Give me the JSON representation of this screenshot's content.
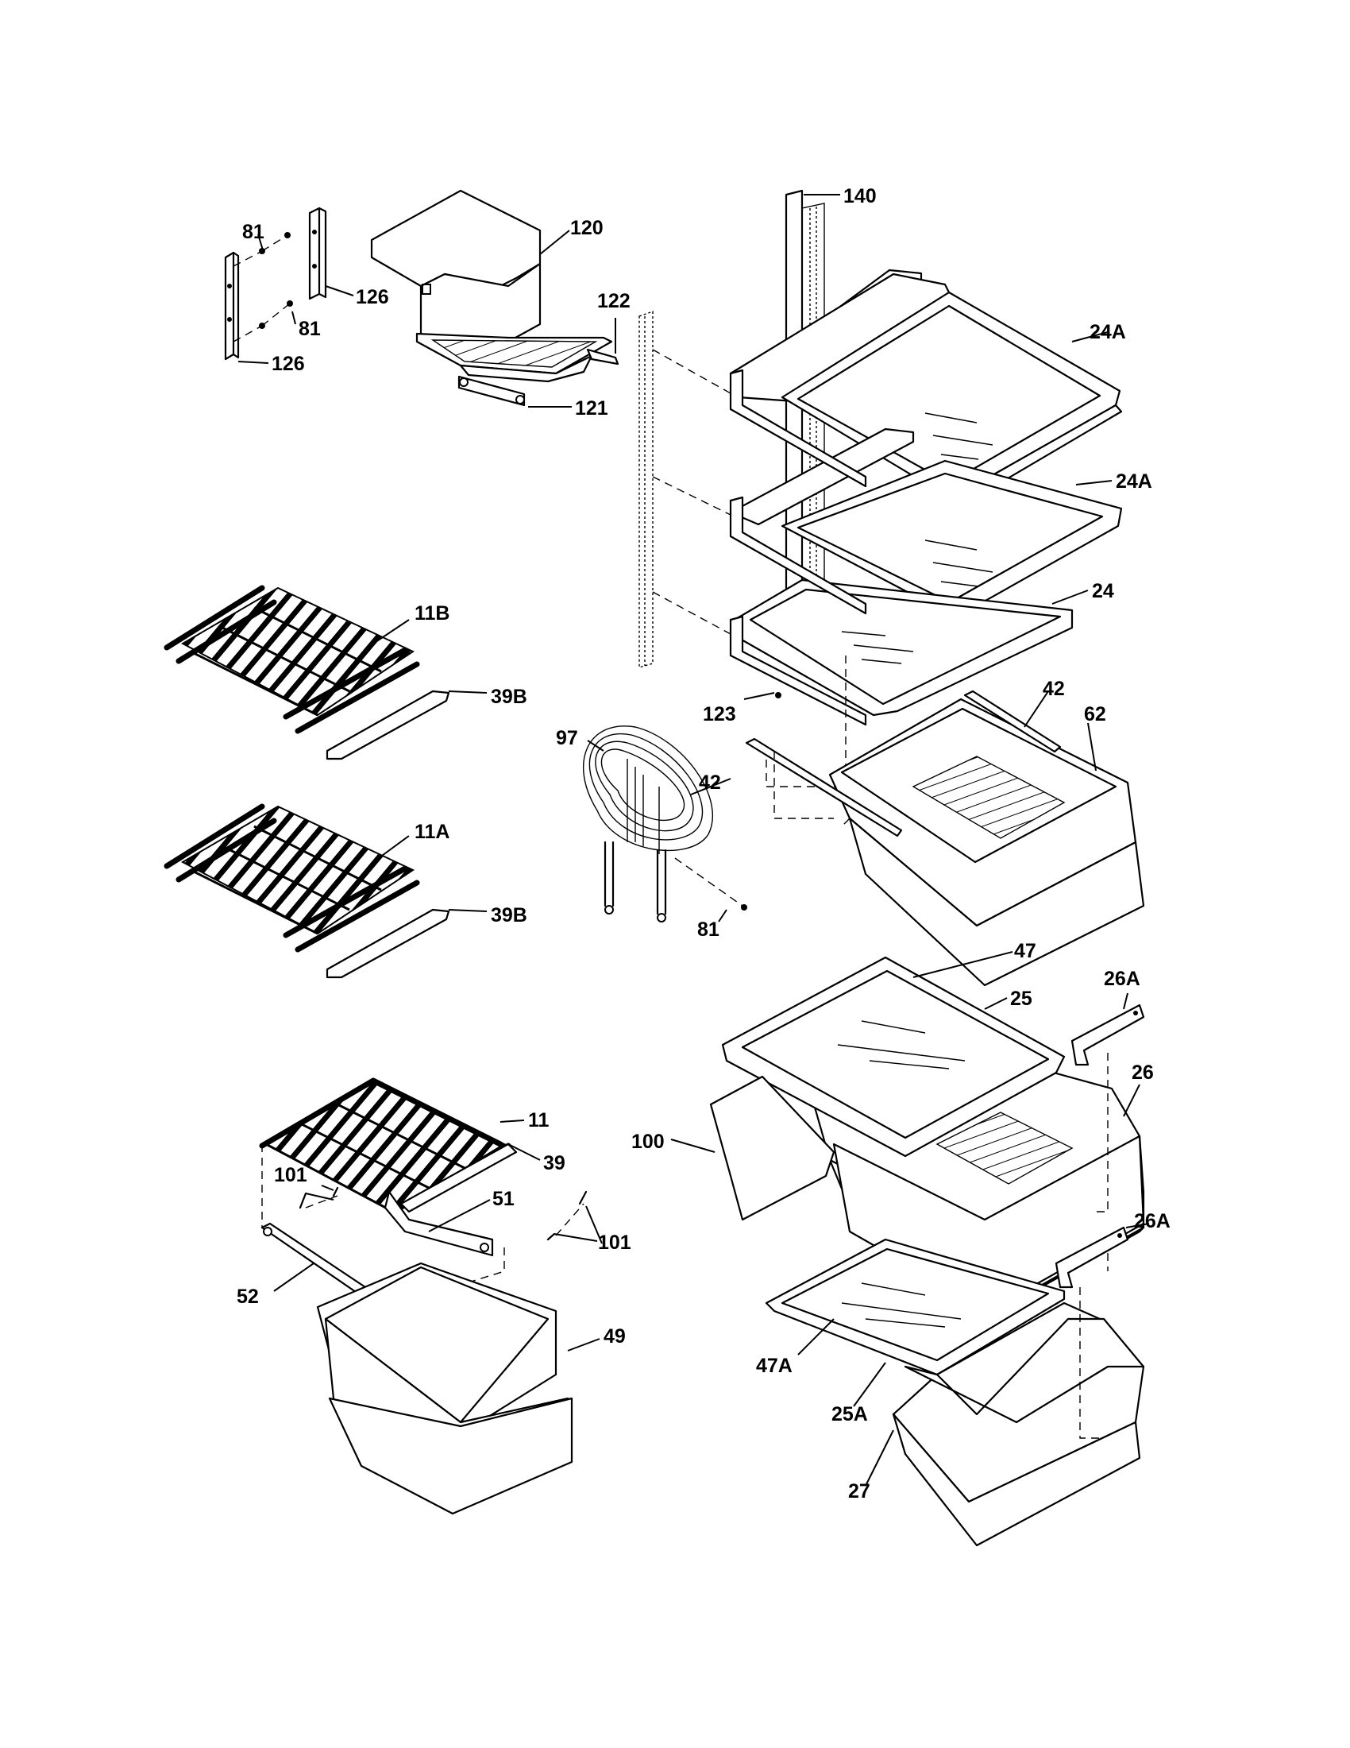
{
  "callouts": {
    "p140": "140",
    "p120": "120",
    "p81a": "81",
    "p126a": "126",
    "p122": "122",
    "p81b": "81",
    "p126b": "126",
    "p121": "121",
    "p24a1": "24A",
    "p24a2": "24A",
    "p24": "24",
    "p11b": "11B",
    "p39b1": "39B",
    "p123": "123",
    "p42a": "42",
    "p62": "62",
    "p97": "97",
    "p42b": "42",
    "p11a": "11A",
    "p39b2": "39B",
    "p81c": "81",
    "p47": "47",
    "p26a1": "26A",
    "p25": "25",
    "p26": "26",
    "p11": "11",
    "p100": "100",
    "p39": "39",
    "p101a": "101",
    "p51": "51",
    "p101b": "101",
    "p26a2": "26A",
    "p52": "52",
    "p49": "49",
    "p47a": "47A",
    "p25a": "25A",
    "p27": "27"
  }
}
